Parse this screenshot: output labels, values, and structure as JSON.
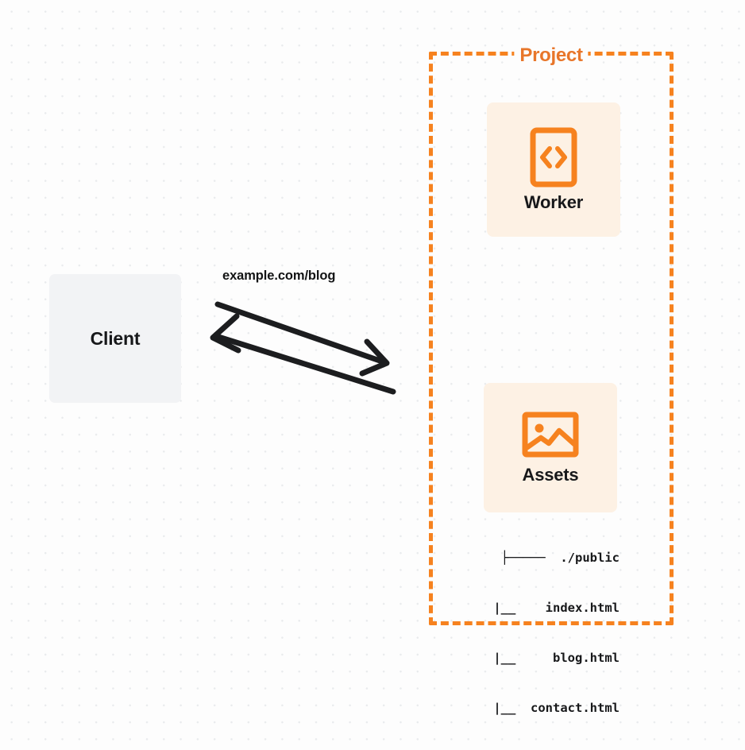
{
  "diagram": {
    "title": "Client to Cloudflare Project request flow",
    "background": {
      "color": "#fdfdfd",
      "dot_color": "#e9ebed"
    },
    "accent_color": "#f6821f",
    "client": {
      "label": "Client",
      "fill": "#f2f3f5",
      "text_color": "#17181a"
    },
    "connection": {
      "label": "example.com/blog",
      "stroke_color": "#1c1d1f",
      "request_direction": "client-to-project",
      "response_direction": "project-to-client"
    },
    "project": {
      "label": "Project",
      "border_color": "#f6821f",
      "border_style": "dashed",
      "nodes": [
        {
          "id": "worker",
          "label": "Worker",
          "icon": "code-brackets-document-icon",
          "fill": "#fdf1e4",
          "icon_color": "#f6821f"
        },
        {
          "id": "assets",
          "label": "Assets",
          "icon": "image-picture-icon",
          "fill": "#fdf1e4",
          "icon_color": "#f6821f"
        }
      ],
      "file_tree": {
        "lines": [
          "├─────  ./public",
          "     |__    index.html",
          "     |__     blog.html",
          "     |__  contact.html"
        ]
      }
    }
  }
}
